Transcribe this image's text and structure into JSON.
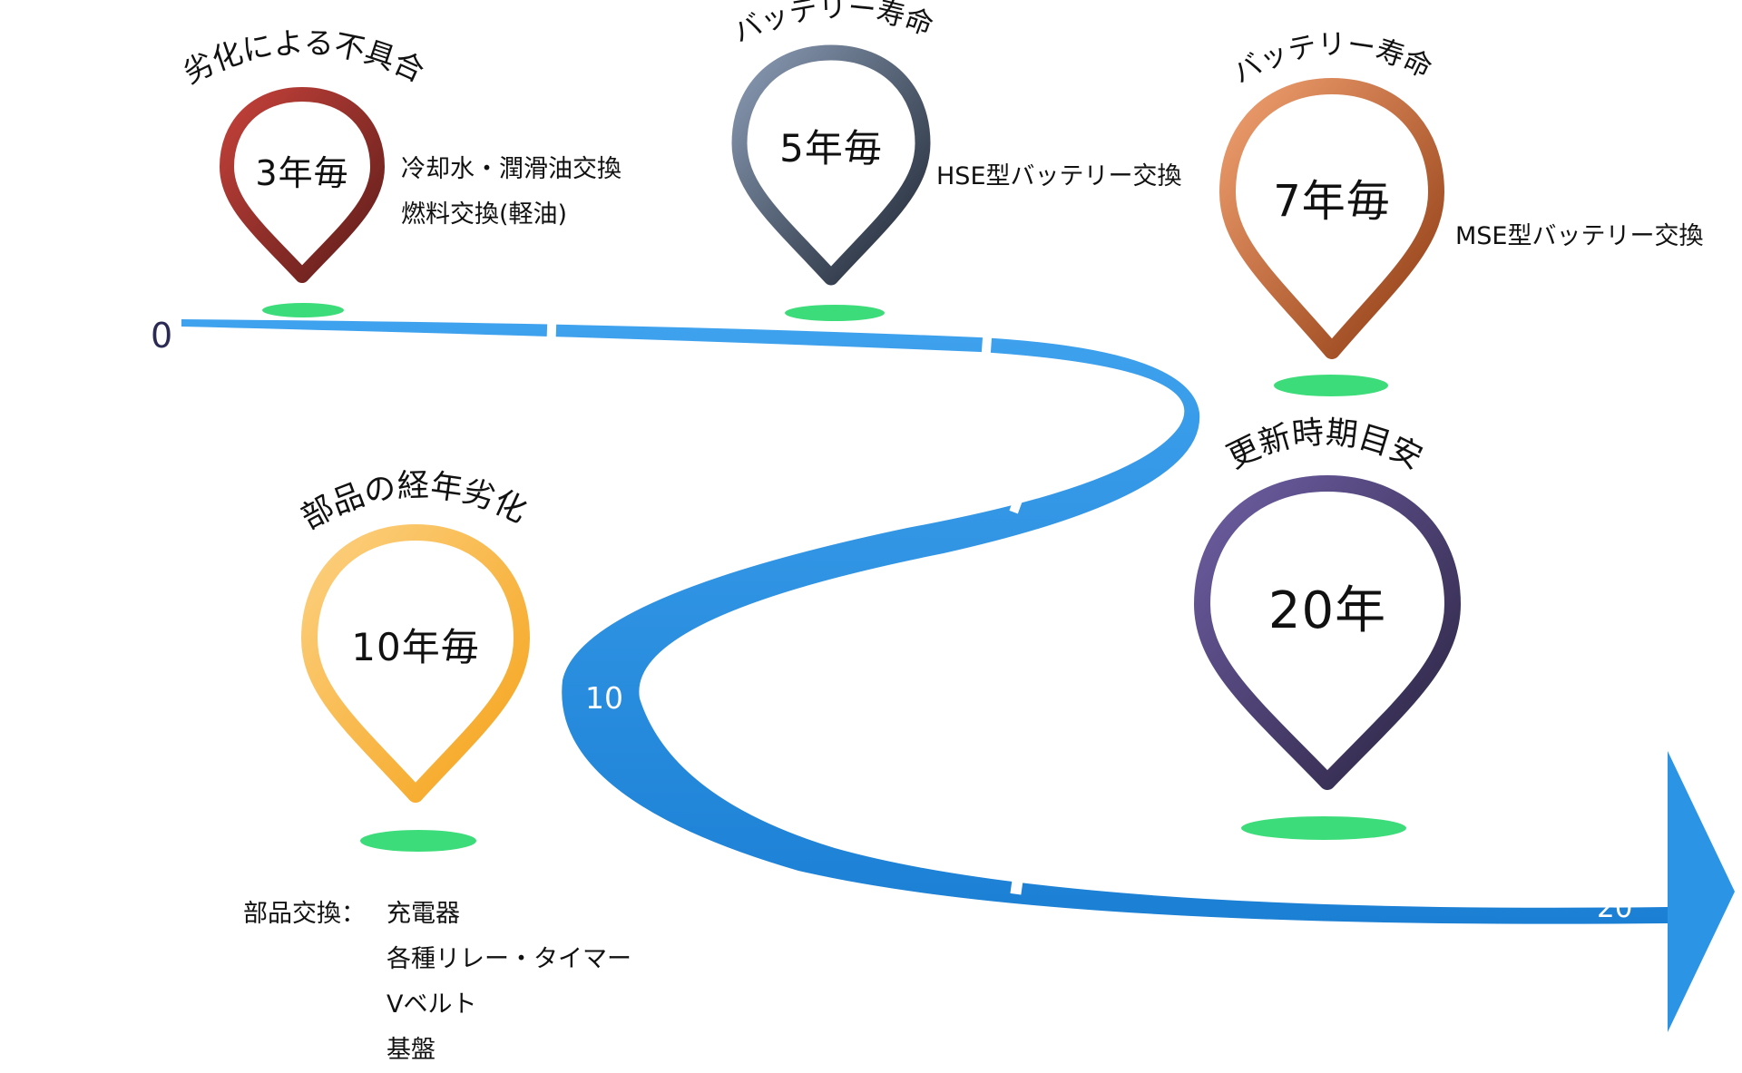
{
  "timeline": {
    "start_label": "0",
    "mid_label": "10",
    "end_label": "20",
    "color": "#2b8fe0"
  },
  "milestones": [
    {
      "id": "3y",
      "label": "3年毎",
      "title": "劣化による不具合",
      "details": [
        "冷却水・潤滑油交換",
        "燃料交換(軽油)"
      ],
      "color_top": "#c4413a",
      "color_bottom": "#5e1d1a"
    },
    {
      "id": "5y",
      "label": "5年毎",
      "title": "バッテリー寿命",
      "details": [
        "HSE型バッテリー交換"
      ],
      "color_top": "#8a9bb4",
      "color_bottom": "#1e2633"
    },
    {
      "id": "7y",
      "label": "7年毎",
      "title": "バッテリー寿命",
      "details": [
        "MSE型バッテリー交換"
      ],
      "color_top": "#f0a070",
      "color_bottom": "#8f3a12"
    },
    {
      "id": "10y",
      "label": "10年毎",
      "title": "部品の経年劣化",
      "details_head": "部品交換：",
      "details": [
        "充電器",
        "各種リレー・タイマー",
        "Vベルト",
        "基盤"
      ],
      "color_top": "#fcd080",
      "color_bottom": "#f5a31a"
    },
    {
      "id": "20y",
      "label": "20年",
      "title": "更新時期目安",
      "details": [],
      "color_top": "#6e5ea3",
      "color_bottom": "#2a2340"
    }
  ],
  "shadow_color": "#3ddc7a"
}
